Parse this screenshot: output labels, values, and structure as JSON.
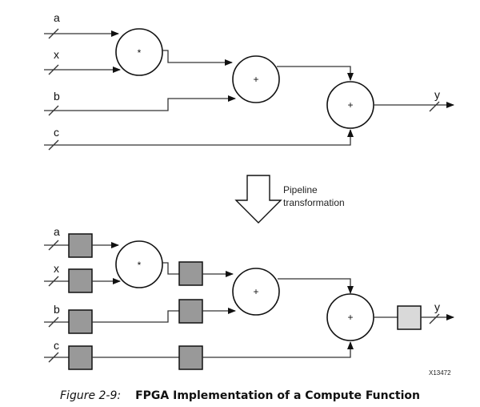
{
  "top_diagram": {
    "inputs": [
      "a",
      "x",
      "b",
      "c"
    ],
    "output": "y",
    "operators": {
      "mult": "*",
      "add1": "+",
      "add2": "+"
    }
  },
  "transform": {
    "line1": "Pipeline",
    "line2": "transformation"
  },
  "bottom_diagram": {
    "inputs": [
      "a",
      "x",
      "b",
      "c"
    ],
    "output": "y",
    "operators": {
      "mult": "*",
      "add1": "+",
      "add2": "+"
    },
    "figure_code": "X13472"
  },
  "caption": {
    "figure_label": "Figure 2-9:",
    "title": "FPGA Implementation of a Compute Function"
  }
}
